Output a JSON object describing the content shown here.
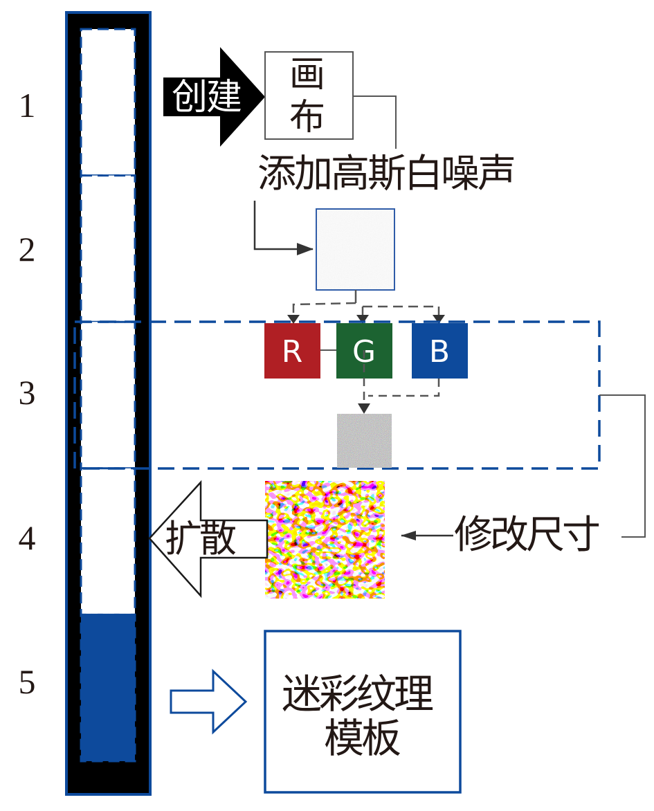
{
  "step_numbers": [
    "1",
    "2",
    "3",
    "4",
    "5"
  ],
  "steps": {
    "create_label": "创建",
    "canvas_label_line1": "画",
    "canvas_label_line2": "布",
    "add_noise_label": "添加高斯白噪声",
    "channels": [
      {
        "label": "R",
        "color": "#b01f24"
      },
      {
        "label": "G",
        "color": "#1c6331"
      },
      {
        "label": "B",
        "color": "#0d4a9c"
      }
    ],
    "resize_label": "修改尺寸",
    "diffuse_label": "扩散",
    "output_label_line1": "迷彩纹理",
    "output_label_line2": "模板"
  },
  "progress": {
    "segments_total": 5,
    "segments_completed_fill": 1,
    "filled_segment": 5
  },
  "colors": {
    "accent_blue": "#0d4a9c",
    "bar_black": "#000000",
    "text": "#231815",
    "connector_gray": "#555555"
  }
}
